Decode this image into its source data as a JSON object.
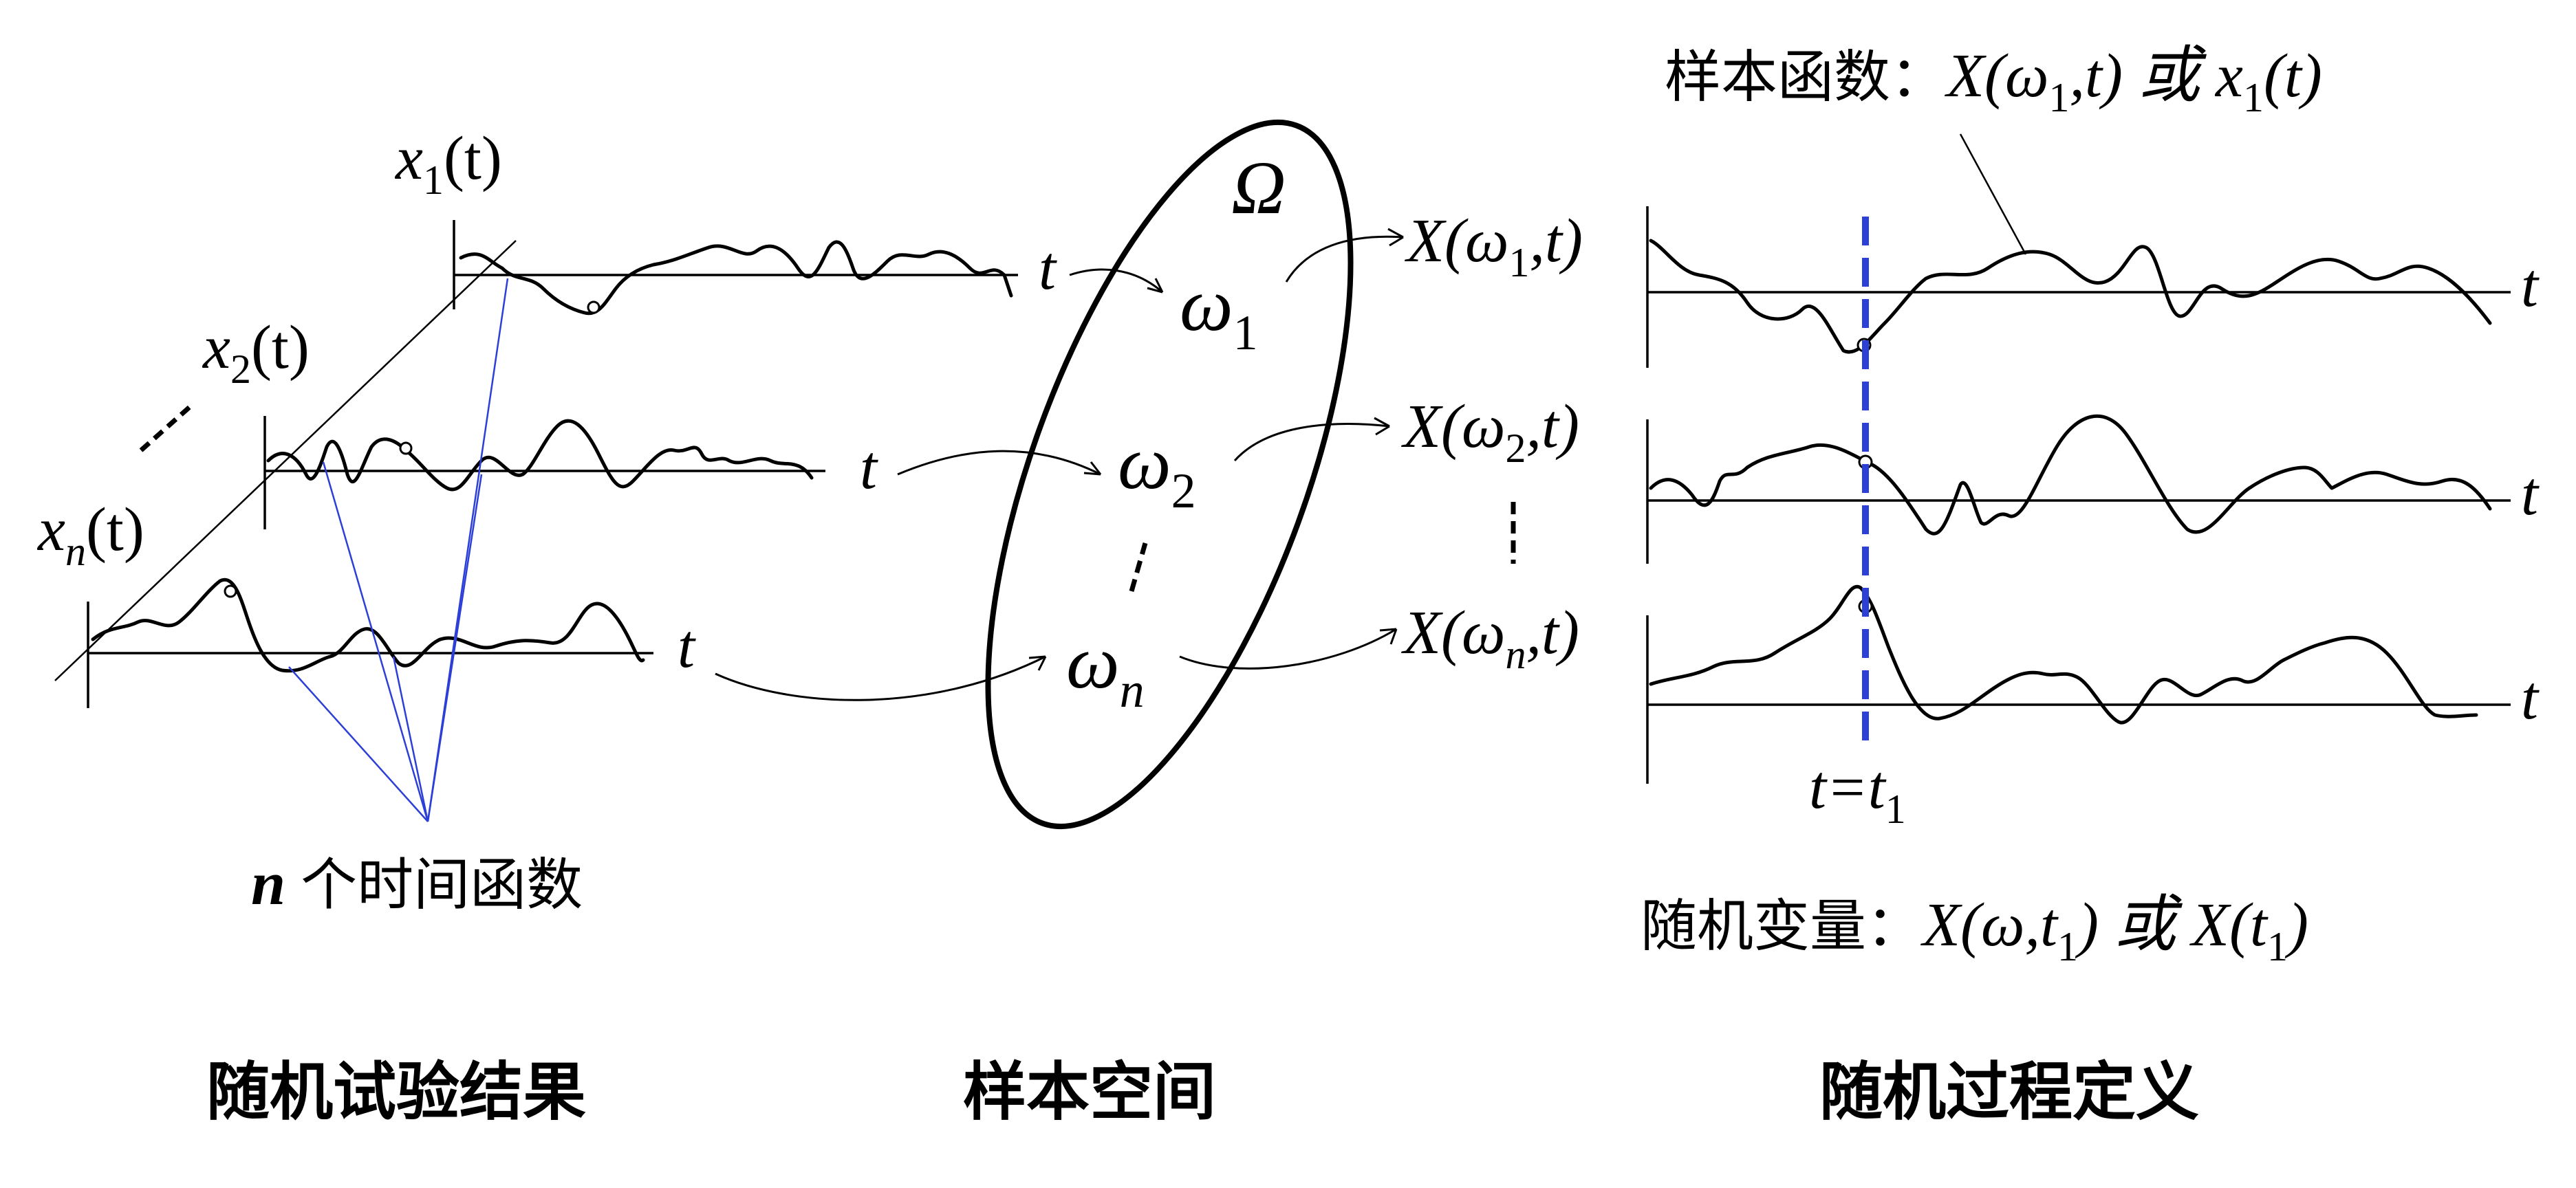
{
  "left": {
    "label_x1": "x",
    "label_x1_sub": "1",
    "label_x2": "x",
    "label_x2_sub": "2",
    "label_xn": "x",
    "label_xn_sub": "n",
    "label_arg": "(t)",
    "axis_t": "t",
    "caption_n": "n",
    "caption_text": "个时间函数",
    "title": "随机试验结果"
  },
  "middle": {
    "omega_cap": "Ω",
    "omega": "ω",
    "sub_1": "1",
    "sub_2": "2",
    "sub_n": "n",
    "title": "样本空间"
  },
  "right": {
    "sample_prefix": "样本函数：",
    "sample_formula": "X(ω",
    "sample_sub": "1",
    "sample_formula_end": ",t) 或 x",
    "sample_sub2": "1",
    "sample_tail": "(t)",
    "X_prefix": "X(ω",
    "X_suffix": ",t)",
    "sub_1": "1",
    "sub_2": "2",
    "sub_n": "n",
    "axis_t": "t",
    "time_label": "t=t",
    "time_sub": "1",
    "rv_prefix": "随机变量：",
    "rv_formula": "X(ω,t",
    "rv_sub": "1",
    "rv_mid": ") 或 X(t",
    "rv_sub2": "1",
    "rv_tail": ")",
    "title": "随机过程定义"
  }
}
